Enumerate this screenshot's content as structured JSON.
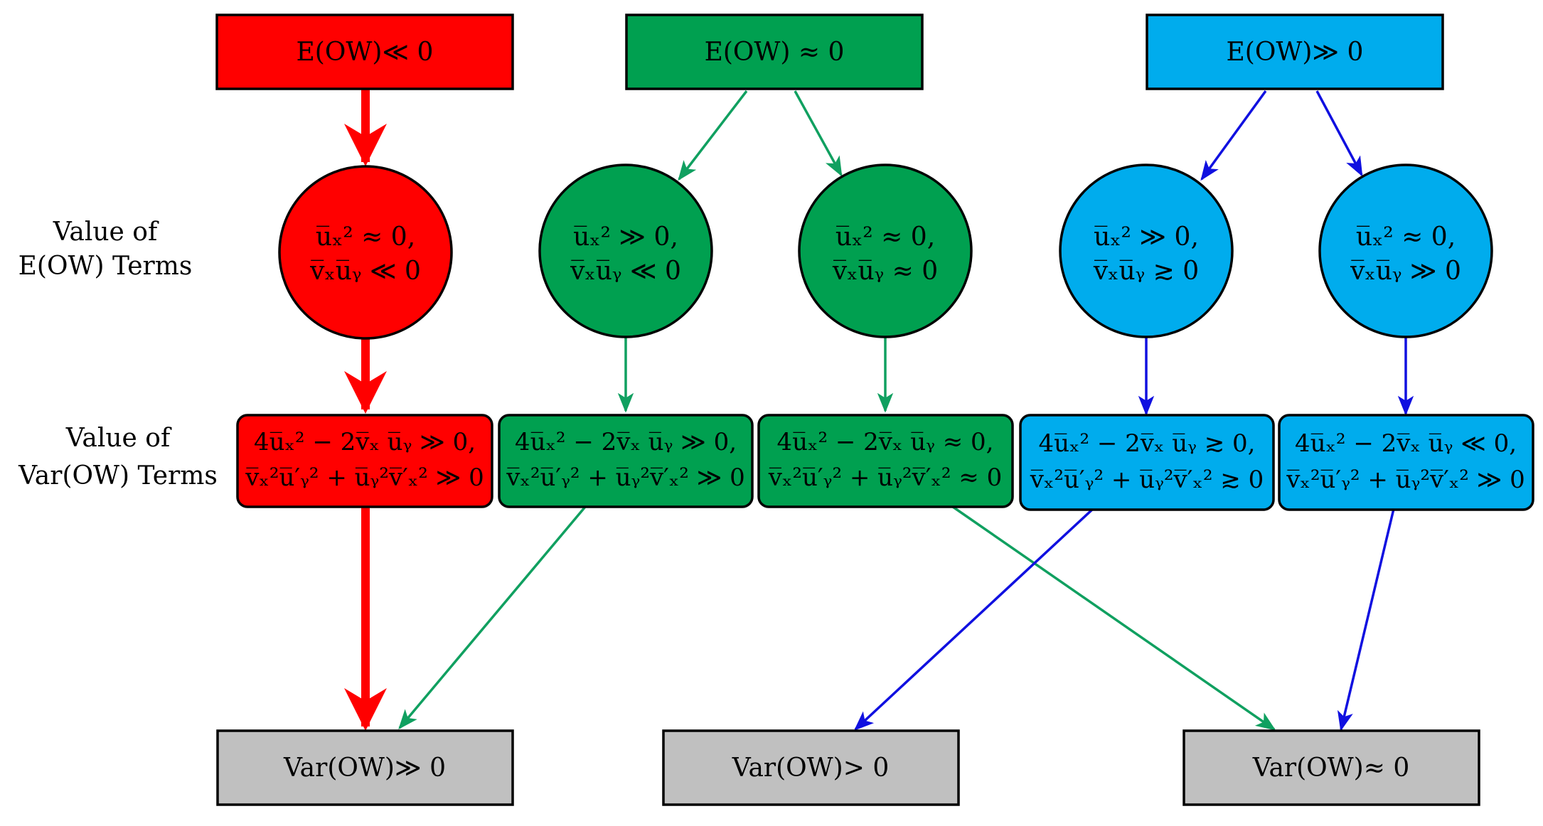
{
  "colors": {
    "red": "#ff0000",
    "green": "#00a050",
    "blue": "#00aced",
    "gray": "#c0c0c0",
    "blue_arrow": "#1010e0",
    "green_arrow": "#10a060"
  },
  "row_labels": {
    "e_terms": [
      "Value of",
      "E(OW) Terms"
    ],
    "var_terms": [
      "Value of",
      "Var(OW) Terms"
    ]
  },
  "top_boxes": [
    {
      "text": "E(OW)≪ 0"
    },
    {
      "text": "E(OW) ≈ 0"
    },
    {
      "text": "E(OW)≫ 0"
    }
  ],
  "circles": [
    {
      "line1": "u̅ₓ² ≈ 0,",
      "line2": "v̅ₓu̅ᵧ ≪ 0"
    },
    {
      "line1": "u̅ₓ² ≫ 0,",
      "line2": "v̅ₓu̅ᵧ ≪ 0"
    },
    {
      "line1": "u̅ₓ² ≈ 0,",
      "line2": "v̅ₓu̅ᵧ ≈ 0"
    },
    {
      "line1": "u̅ₓ² ≫ 0,",
      "line2": "v̅ₓu̅ᵧ ≳ 0"
    },
    {
      "line1": "u̅ₓ² ≈ 0,",
      "line2": "v̅ₓu̅ᵧ ≫ 0"
    }
  ],
  "mid_boxes": [
    {
      "line1": "4u̅ₓ² − 2v̅ₓ u̅ᵧ ≫ 0,",
      "line2": "v̅ₓ²u̅′ᵧ² + u̅ᵧ²v̅′ₓ² ≫ 0"
    },
    {
      "line1": "4u̅ₓ² − 2v̅ₓ u̅ᵧ ≫ 0,",
      "line2": "v̅ₓ²u̅′ᵧ² + u̅ᵧ²v̅′ₓ² ≫ 0"
    },
    {
      "line1": "4u̅ₓ² − 2v̅ₓ u̅ᵧ ≈ 0,",
      "line2": "v̅ₓ²u̅′ᵧ² + u̅ᵧ²v̅′ₓ² ≈ 0"
    },
    {
      "line1": "4u̅ₓ² − 2v̅ₓ u̅ᵧ ≳ 0,",
      "line2": "v̅ₓ²u̅′ᵧ² + u̅ᵧ²v̅′ₓ² ≳ 0"
    },
    {
      "line1": "4u̅ₓ² − 2v̅ₓ u̅ᵧ ≪ 0,",
      "line2": "v̅ₓ²u̅′ᵧ² + u̅ᵧ²v̅′ₓ² ≫ 0"
    }
  ],
  "bottom_boxes": [
    {
      "text": "Var(OW)≫ 0"
    },
    {
      "text": "Var(OW)> 0"
    },
    {
      "text": "Var(OW)≈ 0"
    }
  ]
}
